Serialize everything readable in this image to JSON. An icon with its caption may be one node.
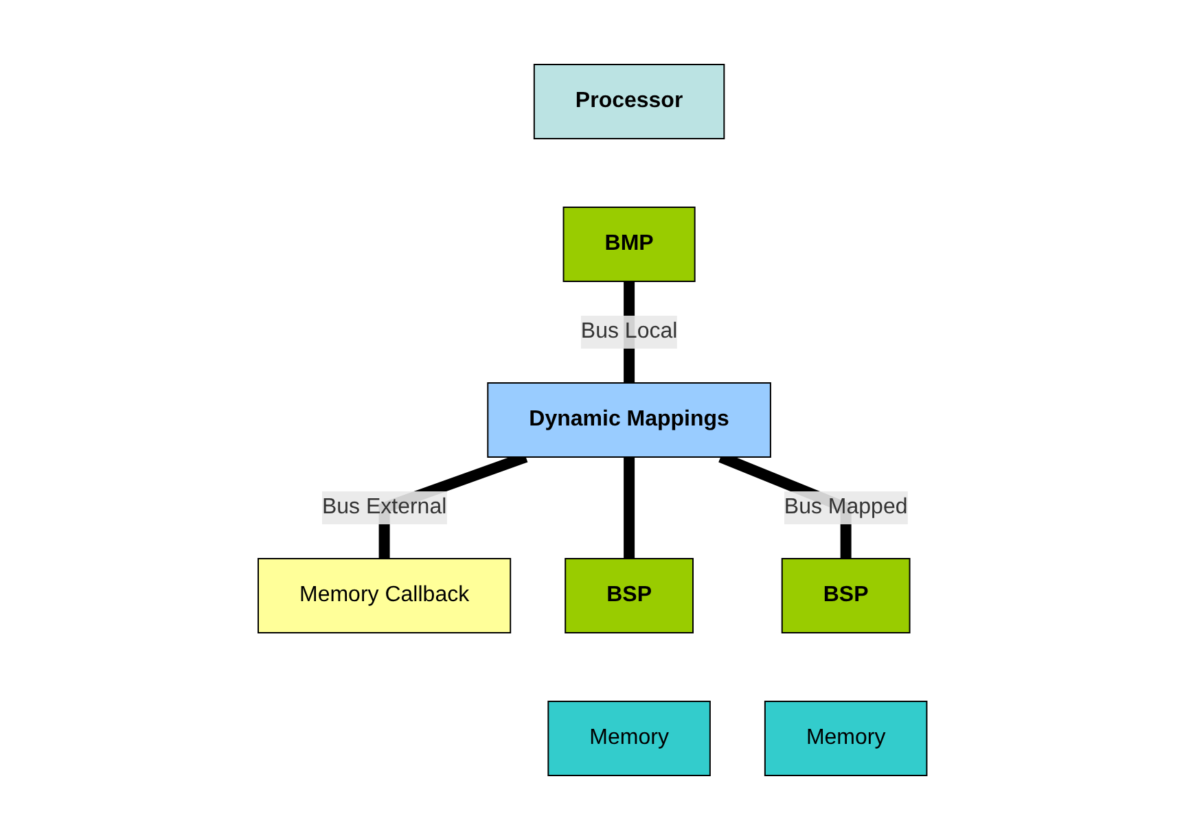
{
  "diagram": {
    "nodes": [
      {
        "text": [
          "Processor"
        ]
      },
      {
        "text": [
          "BMP"
        ]
      },
      {
        "text": [
          "Dynamic Mappings"
        ]
      },
      {
        "text": [
          "BSP"
        ]
      },
      {
        "text": [
          "BSP"
        ]
      },
      {
        "text": [
          "Memory Callback"
        ]
      },
      {
        "text": [
          "Memory"
        ]
      },
      {
        "text": [
          "Memory"
        ]
      }
    ],
    "edges": [
      {
        "from": 1,
        "to": 2,
        "arrow": "none",
        "label": "Bus Local"
      },
      {
        "from": 2,
        "to": 5,
        "arrow": "none",
        "label": "Bus External"
      },
      {
        "from": 2,
        "to": 3,
        "arrow": "none"
      },
      {
        "from": 2,
        "to": 4,
        "arrow": "none",
        "label": "Bus Mapped"
      }
    ]
  }
}
